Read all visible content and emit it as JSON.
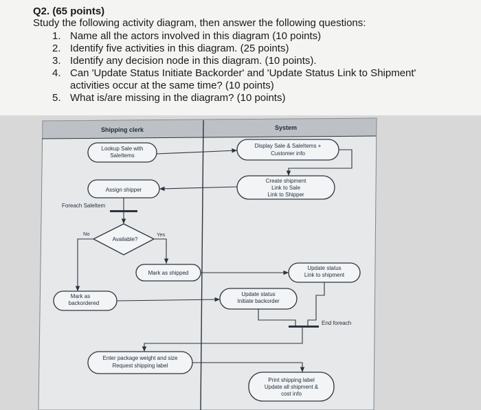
{
  "question": {
    "title": "Q2. (65 points)",
    "intro": "Study the following activity diagram, then answer the following questions:",
    "items": [
      {
        "num": "1.",
        "text": "Name all the actors involved in this diagram (10 points)"
      },
      {
        "num": "2.",
        "text": "Identify five activities in this diagram. (25 points)"
      },
      {
        "num": "3.",
        "text": "Identify any decision node in this diagram. (10 points)."
      },
      {
        "num": "4.",
        "text": "Can 'Update Status Initiate Backorder' and 'Update Status Link to Shipment'"
      },
      {
        "num": "",
        "text": "activities occur at the same time? (10 points)"
      },
      {
        "num": "5.",
        "text": "What is/are missing in the diagram? (10 points)"
      }
    ]
  },
  "diagram": {
    "lanes": {
      "left": "Shipping clerk",
      "right": "System"
    },
    "activities": {
      "lookup_1": "Lookup Sale with",
      "lookup_2": "SaleItems",
      "display_1": "Display Sale & SaleItems +",
      "display_2": "Customer info",
      "create_1": "Create shipment",
      "create_2": "Link to Sale",
      "create_3": "Link to Shipper",
      "assign": "Assign shipper",
      "mark_shipped": "Mark as shipped",
      "mark_back_1": "Mark as",
      "mark_back_2": "backordered",
      "update_link_1": "Update status",
      "update_link_2": "Link to shipment",
      "update_init_1": "Update status",
      "update_init_2": "Initiate backorder",
      "enter_1": "Enter package weight and size",
      "enter_2": "Request shipping label",
      "print_1": "Print shipping label",
      "print_2": "Update all shipment &",
      "print_3": "cost info"
    },
    "labels": {
      "foreach": "Foreach SaleItem",
      "end_foreach": "End foreach",
      "decision": "Available?",
      "no": "No",
      "yes": "Yes"
    },
    "colors": {
      "activity_fill": "#f2f4f6",
      "line": "#2a3440",
      "header": "#8e959c"
    }
  }
}
